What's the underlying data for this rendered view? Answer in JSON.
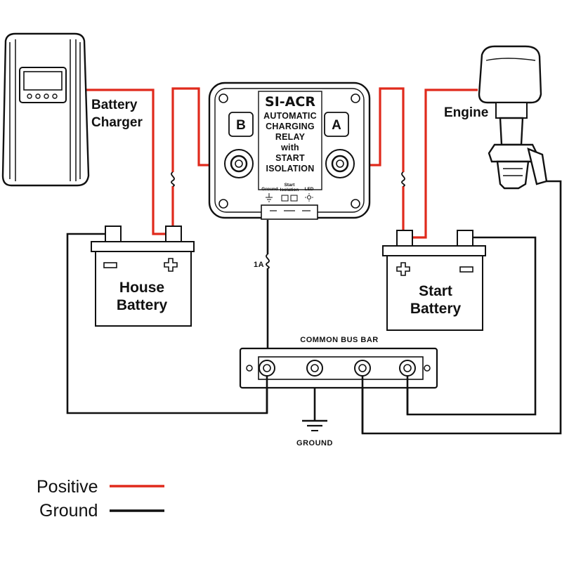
{
  "labels": {
    "battery_charger_line1": "Battery",
    "battery_charger_line2": "Charger",
    "engine": "Engine",
    "relay_title": "SI-ACR",
    "relay_line1": "AUTOMATIC",
    "relay_line2": "CHARGING",
    "relay_line3": "RELAY",
    "relay_line4": "with",
    "relay_line5": "START",
    "relay_line6": "ISOLATION",
    "terminal_b": "B",
    "terminal_a": "A",
    "relay_ground": "Ground",
    "relay_start_line1": "Start",
    "relay_start_line2": "Isolation",
    "relay_led": "LED",
    "fuse_rating": "1A",
    "house_battery_line1": "House",
    "house_battery_line2": "Battery",
    "start_battery_line1": "Start",
    "start_battery_line2": "Battery",
    "bus_bar": "COMMON BUS BAR",
    "ground": "GROUND"
  },
  "legend": [
    {
      "label": "Positive",
      "color": "#e02a1c"
    },
    {
      "label": "Ground",
      "color": "#111111"
    }
  ]
}
